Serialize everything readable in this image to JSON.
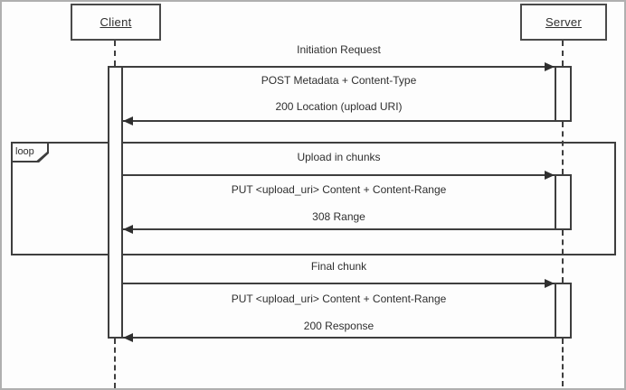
{
  "actors": [
    {
      "label": "Client"
    },
    {
      "label": "Server"
    }
  ],
  "loop": {
    "label": "loop"
  },
  "sections": [
    {
      "title": "Initiation Request",
      "request": "POST Metadata + Content-Type",
      "response": "200 Location (upload URI)"
    },
    {
      "title": "Upload in chunks",
      "request": "PUT <upload_uri> Content + Content-Range",
      "response": "308 Range"
    },
    {
      "title": "Final chunk",
      "request": "PUT <upload_uri> Content + Content-Range",
      "response": "200 Response"
    }
  ],
  "colors": {
    "line": "#3e3e3e",
    "text": "#2f2f2f",
    "background": "#fdfdfd",
    "outer_border": "#b0b0b0"
  }
}
